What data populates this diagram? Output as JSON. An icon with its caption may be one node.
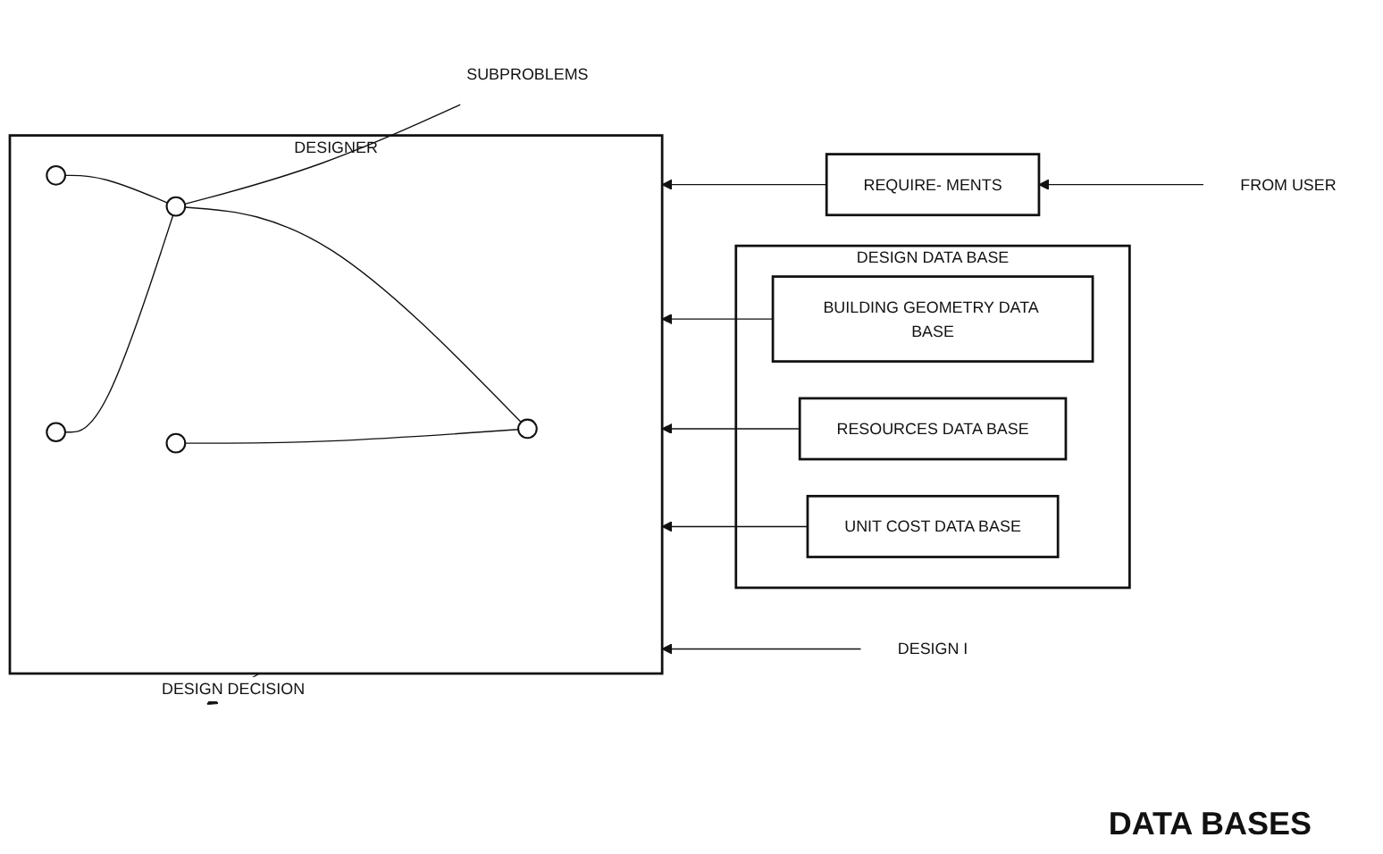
{
  "diagram": {
    "nodes": [
      {
        "text": [
          "DESIGN I"
        ]
      },
      {
        "text": [
          "DESIGNER"
        ]
      },
      {
        "text": [],
        "shape": "ellipse",
        "in": 1
      },
      {
        "text": [],
        "shape": "ellipse",
        "in": 1
      },
      {
        "text": [],
        "shape": "ellipse",
        "in": 1
      },
      {
        "text": [],
        "shape": "ellipse",
        "in": 1
      },
      {
        "text": [],
        "shape": "ellipse",
        "in": 1
      },
      {
        "text": [
          "SUBPROBLEMS"
        ]
      },
      {
        "text": [
          "DESIGN DATA BASE"
        ]
      },
      {
        "text": [
          "UNIT COST DATA BASE"
        ],
        "in": 8
      },
      {
        "text": [
          "RESOURCES DATA BASE"
        ],
        "in": 8
      },
      {
        "text": [
          "BUILDING GEOMETRY DATA BASE"
        ],
        "in": 8
      },
      {
        "text": [
          "REQUIRE- MENTS"
        ]
      },
      {
        "text": [
          "FROM USER"
        ]
      }
    ],
    "edges": [
      {
        "from": 0,
        "to": 1,
        "arrow": "to"
      },
      {
        "from": 2,
        "to": 3,
        "arrow": "none"
      },
      {
        "from": 2,
        "to": 4,
        "arrow": "none"
      },
      {
        "from": 3,
        "to": 5,
        "arrow": "none"
      },
      {
        "from": 3,
        "to": 6,
        "arrow": "none"
      },
      {
        "from": 7,
        "to": 3,
        "arrow": "none"
      },
      {
        "from": 9,
        "to": 1,
        "arrow": "to"
      },
      {
        "from": 10,
        "to": 1,
        "arrow": "to"
      },
      {
        "from": 1,
        "to": null,
        "arrow": "to",
        "label": "DESIGN DECISION"
      },
      {
        "from": 11,
        "to": 1,
        "arrow": "to"
      },
      {
        "from": 12,
        "to": 1,
        "arrow": "to"
      },
      {
        "from": 13,
        "to": 12,
        "arrow": "to"
      }
    ],
    "labels": [
      "DATA BASES"
    ]
  }
}
